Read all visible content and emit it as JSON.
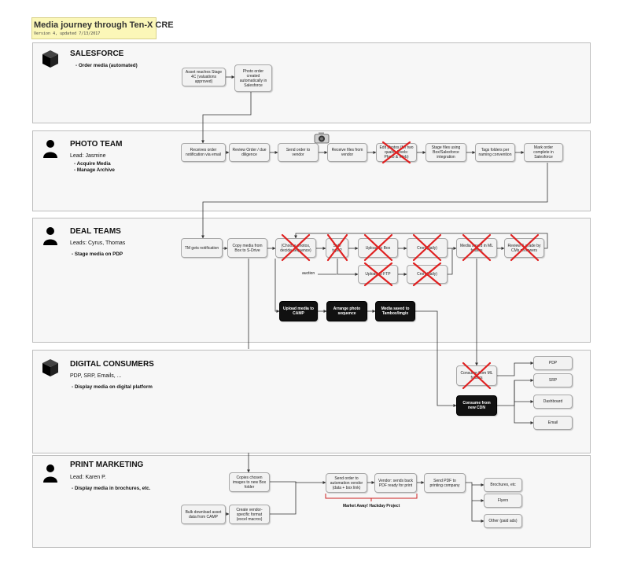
{
  "header": {
    "title": "Media journey through Ten-X CRE",
    "version": "Version 4, updated 7/13/2017",
    "background": "#fbf7b8"
  },
  "lanes": {
    "salesforce": {
      "title": "SALESFORCE",
      "lead": "",
      "bullets": [
        "- Order media (automated)"
      ]
    },
    "photo": {
      "title": "PHOTO TEAM",
      "lead": "Lead: Jasmine",
      "bullets": [
        "- Acquire Media",
        "- Manage Archive"
      ]
    },
    "deal": {
      "title": "DEAL TEAMS",
      "lead": "Leads: Cyrus, Thomas",
      "bullets": [
        "- Stage media on PDP"
      ]
    },
    "digital": {
      "title": "DIGITAL CONSUMERS",
      "lead": "PDP, SRP, Emails, ...",
      "bullets": [
        "- Display media on digital platform"
      ]
    },
    "print": {
      "title": "PRINT MARKETING",
      "lead": "Lead: Karen P.",
      "bullets": [
        "- Display media in brochures, etc."
      ]
    }
  },
  "icons": {
    "salesforce": "cube-icon",
    "photo": "person-icon",
    "deal": "person-icon",
    "digital": "cube-icon",
    "print": "person-icon",
    "camera": "camera-icon"
  },
  "nodes": {
    "asset_stage": "Asset reaches Stage 4C (valuations approved)",
    "photo_order": "Photo order created automatically in Salesforce",
    "receives_order": "Receives order notification via email",
    "review_order": "Review Order / due diligence",
    "send_vendor": "Send order to vendor",
    "receive_files": "Receive files from vendor",
    "edit_quality": "Edit photos (for two quality levels: Photo & Web)",
    "stage_files": "Stage files using Box/Salesforce integration",
    "tags_folders": "Tags folders per naming convention",
    "mark_complete": "Mark order complete in Salesforce",
    "tm_notification": "TM gets notification",
    "copy_media": "Copy media from Box to S-Drive",
    "choose_photos": "(Choose photos, decide sequence)",
    "sale_type": "Sale type?",
    "upload_box": "Upload to Box",
    "cron_daily_1": "Cron (daily)",
    "media_ml": "Media saved in ML folders",
    "review_grade": "Review & grade by CMs reviewers",
    "upload_ftp": "Upload to FTP",
    "cron_daily_2": "Cron (daily)",
    "auction_label": "auction",
    "upload_camp": "Upload media to CAMP",
    "arrange_photo": "Arrange photo sequence",
    "media_saved": "Media saved to Tambox/Imgix",
    "consume_ml": "Consume from ML folders",
    "consume_cdn": "Consume from new CDN",
    "pdp": "PDP",
    "srp": "SRP",
    "dashboard": "Dashboard",
    "email": "Email",
    "copies_chosen": "Copies chosen images to new Box folder",
    "bulk_download": "Bulk download asset data from CAMP",
    "create_vendor": "Create vendor-specific format (excel macros)",
    "send_automation": "Send order to automation vendor (data + box link)",
    "vendor_sends": "Vendor: sends back PDF ready for print",
    "send_pdf": "Send PDF to printing company",
    "brochures": "Brochures, etc",
    "flyers": "Flyers",
    "other": "Other (paid ads)"
  },
  "project_label": "Market Away! Hackday Project",
  "colors": {
    "lane_bg": "#f7f7f7",
    "node_bg": "#f2f2f2",
    "dark_node": "#111111",
    "deprecated_x": "#e02020",
    "project_bracket": "#cc2222"
  }
}
